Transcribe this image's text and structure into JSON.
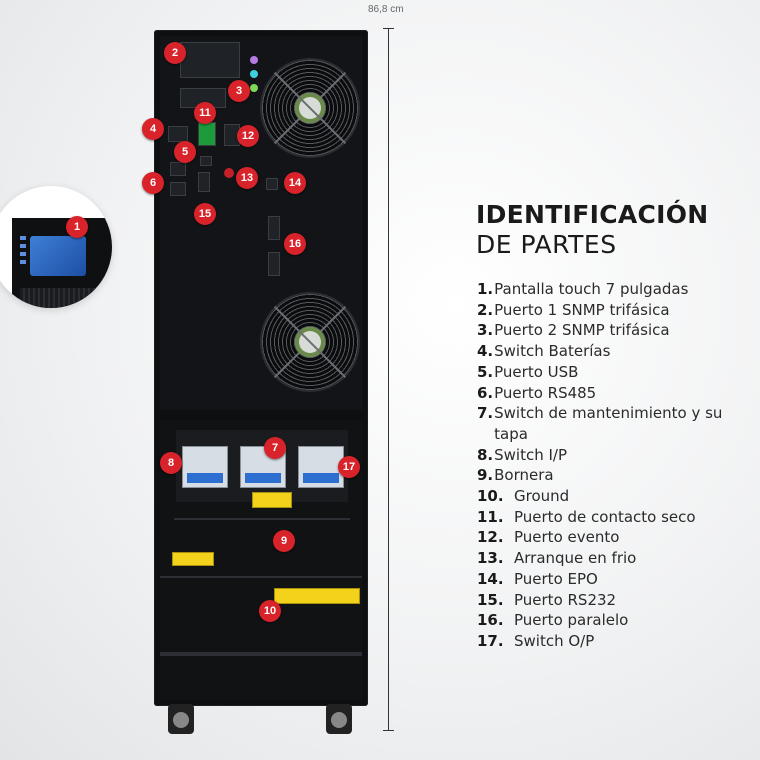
{
  "dimension": {
    "label": "86,8 cm"
  },
  "callouts": [
    "1",
    "2",
    "3",
    "4",
    "5",
    "6",
    "7",
    "8",
    "9",
    "10",
    "11",
    "12",
    "13",
    "14",
    "15",
    "16",
    "17"
  ],
  "heading": {
    "line1": "IDENTIFICACIÓN",
    "line2": "DE PARTES"
  },
  "parts": [
    {
      "num": "1.",
      "label": "Pantalla touch 7 pulgadas"
    },
    {
      "num": "2.",
      "label": "Puerto 1 SNMP trifásica"
    },
    {
      "num": "3.",
      "label": "Puerto 2 SNMP trifásica"
    },
    {
      "num": "4.",
      "label": "Switch Baterías"
    },
    {
      "num": "5.",
      "label": "Puerto USB"
    },
    {
      "num": "6.",
      "label": "Puerto RS485"
    },
    {
      "num": "7.",
      "label": "Switch de mantenimiento y su tapa"
    },
    {
      "num": "8.",
      "label": "Switch I/P"
    },
    {
      "num": "9.",
      "label": "Bornera"
    },
    {
      "num": "10.",
      "label": "Ground"
    },
    {
      "num": "11.",
      "label": "Puerto de contacto seco"
    },
    {
      "num": "12.",
      "label": "Puerto  evento"
    },
    {
      "num": "13.",
      "label": "Arranque en frio"
    },
    {
      "num": "14.",
      "label": "Puerto EPO"
    },
    {
      "num": "15.",
      "label": "Puerto RS232"
    },
    {
      "num": "16.",
      "label": "Puerto paralelo"
    },
    {
      "num": "17.",
      "label": "Switch O/P"
    }
  ],
  "colors": {
    "badge": "#d8232a",
    "cabinet": "#0d0f11",
    "text": "#1a1a1a"
  }
}
